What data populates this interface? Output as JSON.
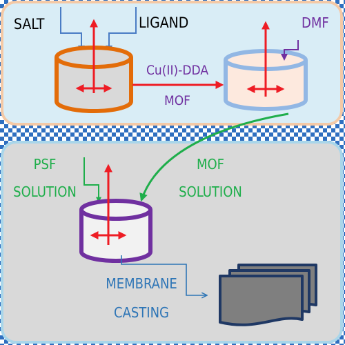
{
  "top_panel": {
    "salt_label": "SALT",
    "ligand_label": "LIGAND",
    "product_line1": "Cu(II)-DDA",
    "product_line2": "MOF",
    "solvent_label": "DMF"
  },
  "bottom_panel": {
    "psf_line1": "PSF",
    "psf_line2": "SOLUTION",
    "mof_line1": "MOF",
    "mof_line2": "SOLUTION",
    "casting_line1": "MEMBRANE",
    "casting_line2": "CASTING"
  },
  "colors": {
    "top_panel_fill": "#d9edf6",
    "top_panel_border": "#f4c9a6",
    "bottom_panel_fill": "#d9d9d9",
    "bottom_panel_border": "#a9d6ea",
    "salt_ligand_arrow": "#4a7cc4",
    "stir_arrow": "#ee1c24",
    "flow_arrow": "#ee1c24",
    "orange_beaker": "#e36c09",
    "blue_beaker": "#92b7e4",
    "purple_beaker": "#7030a0",
    "mof_text": "#7030a0",
    "green": "#1fae4b",
    "blue_text": "#2e75b6",
    "membrane_fill": "#7f7f7f",
    "membrane_border": "#1f3864"
  }
}
